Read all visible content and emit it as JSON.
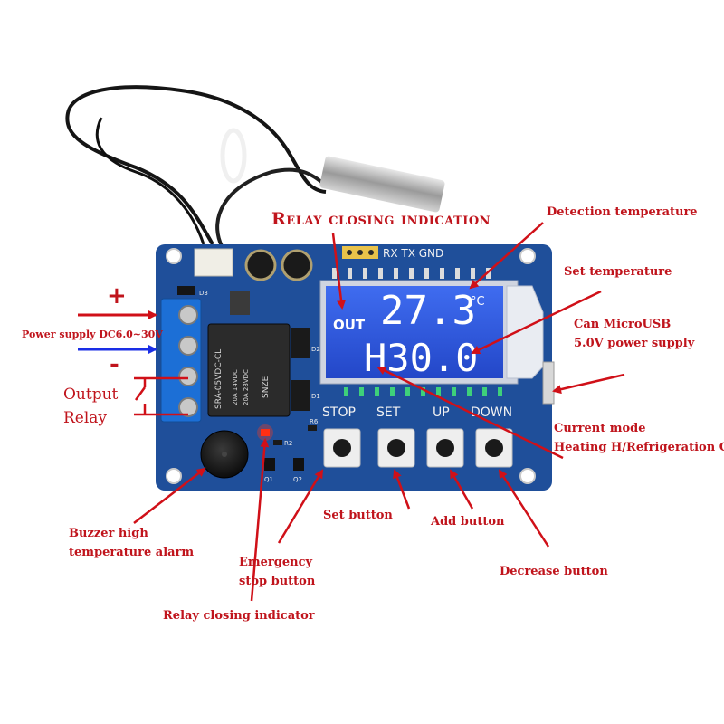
{
  "board": {
    "silk_header": "RX TX GND",
    "relay_markings": {
      "brand": "SRA-05VDC-CL",
      "rating1": "20A 14VDC",
      "rating2": "20A 28VDC",
      "mark": "SNZE"
    },
    "buttons": [
      {
        "label": "STOP"
      },
      {
        "label": "SET"
      },
      {
        "label": "UP"
      },
      {
        "label": "DOWN"
      }
    ],
    "lcd": {
      "out_text": "OUT",
      "detect_value": "27.3",
      "unit": "°C",
      "mode_value": "H30.0"
    },
    "silk_misc": {
      "d1": "D1",
      "d2": "D2",
      "d3": "D3",
      "r6": "R6",
      "r2": "R2",
      "q1": "Q1",
      "q2": "Q2"
    }
  },
  "annotations": {
    "relay_closing_indication": "Relay closing indication",
    "detection_temperature": "Detection temperature",
    "set_temperature": "Set temperature",
    "microusb_line1": "Can MicroUSB",
    "microusb_line2": "5.0V power supply",
    "power_supply": "Power supply DC6.0~30V",
    "plus": "+",
    "minus": "-",
    "output_line1": "Output",
    "output_line2": "Relay",
    "current_mode_line1": "Current mode",
    "current_mode_line2": "Heating H/Refrigeration C",
    "buzzer_line1": "Buzzer high",
    "buzzer_line2": "temperature alarm",
    "set_button": "Set button",
    "add_button": "Add button",
    "emergency_line1": "Emergency",
    "emergency_line2": "stop button",
    "decrease_button": "Decrease button",
    "relay_indicator": "Relay closing indicator"
  },
  "colors": {
    "annotation_red": "#c0141c",
    "arrow_blue": "#1a2ee6",
    "pcb_blue": "#1f4f9a",
    "lcd_blue": "#2a57e0",
    "terminal_blue": "#1c6fd6"
  }
}
